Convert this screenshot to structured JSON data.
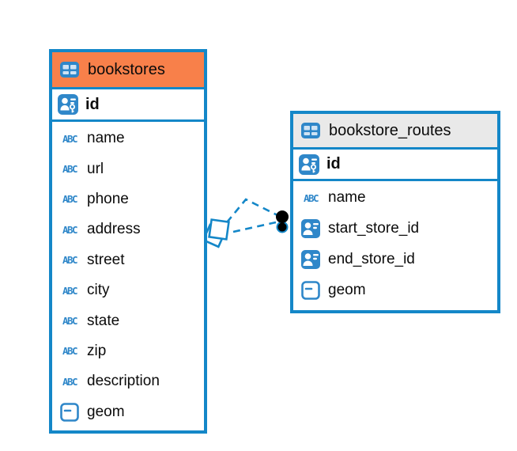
{
  "canvas": {
    "background": "#ffffff"
  },
  "colors": {
    "table_border": "#1487c8",
    "icon_blue": "#2f87c9",
    "selected_header_orange": "#f8804a",
    "header_gray": "#e9e9e9",
    "relationship_line": "#1487c8",
    "text": "#0b0b0b"
  },
  "diagram": {
    "tables": [
      {
        "name": "bookstores",
        "icon": "table-icon",
        "selected": true,
        "header_bg": "#f8804a",
        "primary_key": {
          "name": "id",
          "icon": "primary-key-icon"
        },
        "columns": [
          {
            "name": "name",
            "icon": "text-type-icon"
          },
          {
            "name": "url",
            "icon": "text-type-icon"
          },
          {
            "name": "phone",
            "icon": "text-type-icon"
          },
          {
            "name": "address",
            "icon": "text-type-icon"
          },
          {
            "name": "street",
            "icon": "text-type-icon"
          },
          {
            "name": "city",
            "icon": "text-type-icon"
          },
          {
            "name": "state",
            "icon": "text-type-icon"
          },
          {
            "name": "zip",
            "icon": "text-type-icon"
          },
          {
            "name": "description",
            "icon": "text-type-icon"
          },
          {
            "name": "geom",
            "icon": "geometry-type-icon"
          }
        ]
      },
      {
        "name": "bookstore_routes",
        "icon": "table-icon",
        "selected": false,
        "header_bg": "#e9e9e9",
        "primary_key": {
          "name": "id",
          "icon": "primary-key-icon"
        },
        "columns": [
          {
            "name": "name",
            "icon": "text-type-icon"
          },
          {
            "name": "start_store_id",
            "icon": "foreign-key-icon"
          },
          {
            "name": "end_store_id",
            "icon": "foreign-key-icon"
          },
          {
            "name": "geom",
            "icon": "geometry-type-icon"
          }
        ]
      }
    ],
    "relationships": [
      {
        "from_table": "bookstores",
        "to_table": "bookstore_routes",
        "style": "dashed"
      },
      {
        "from_table": "bookstores",
        "to_table": "bookstore_routes",
        "style": "dashed"
      }
    ]
  }
}
